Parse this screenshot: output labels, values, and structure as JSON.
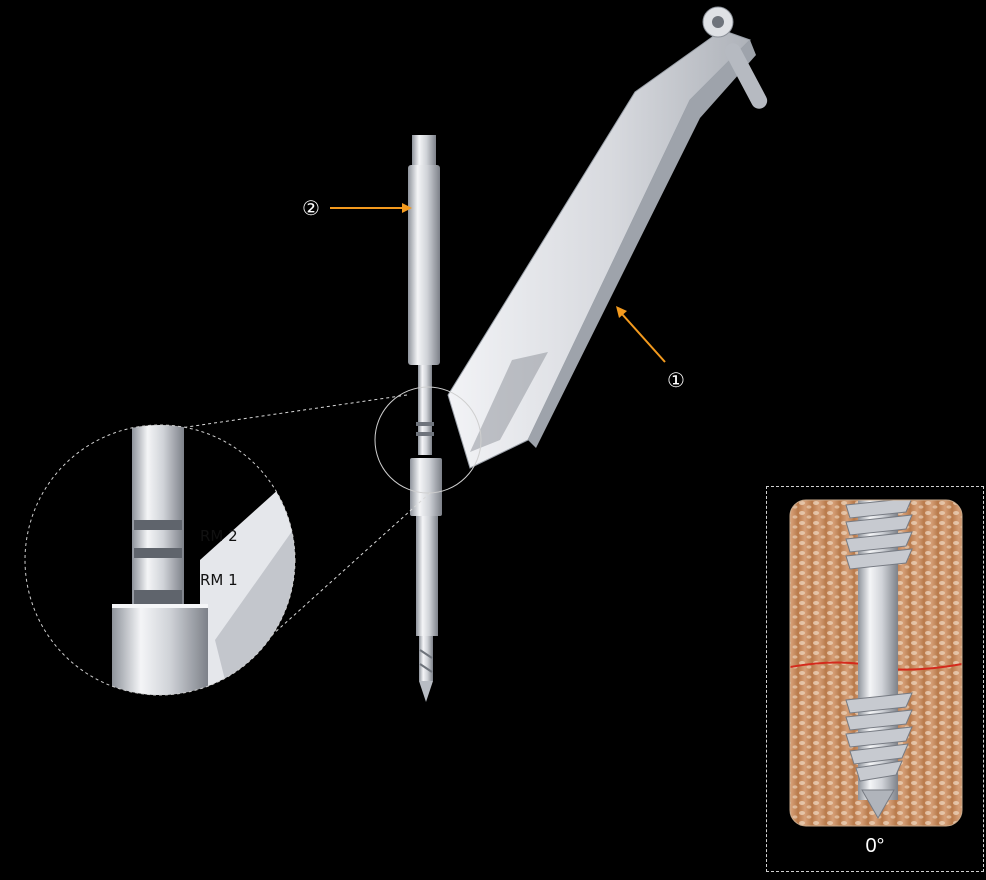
{
  "callouts": {
    "one": "①",
    "two": "②"
  },
  "magnifier": {
    "mark_upper": "RM 2",
    "mark_lower": "RM 1"
  },
  "inset": {
    "angle_label": "0°"
  },
  "colors": {
    "background": "#000000",
    "arrow": "#f39a1e",
    "metal_light": "#e8e9ed",
    "metal_dark": "#9fa3ab",
    "bone": "#c98c5a",
    "red_line": "#d42a1c"
  }
}
